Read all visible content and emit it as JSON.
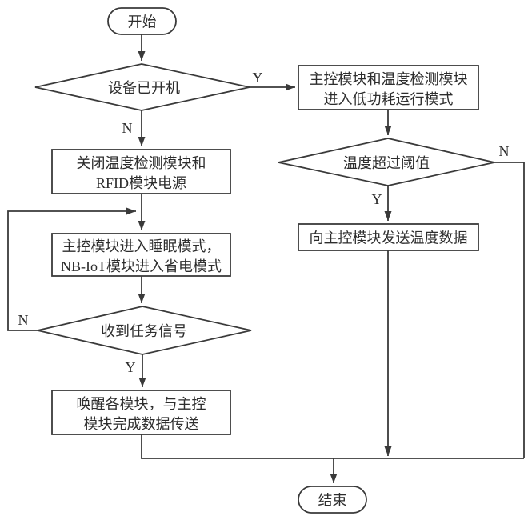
{
  "diagram": {
    "type": "flowchart",
    "background_color": "#ffffff",
    "line_color": "#3a3a3a",
    "text_color": "#2d2d2d",
    "nodes": {
      "start": {
        "shape": "terminator",
        "label": "开始"
      },
      "device_on": {
        "shape": "decision",
        "label": "设备已开机"
      },
      "low_power": {
        "shape": "process",
        "line1": "主控模块和温度检测模块",
        "line2": "进入低功耗运行模式"
      },
      "temp_over": {
        "shape": "decision",
        "label": "温度超过阈值"
      },
      "send_temp": {
        "shape": "process",
        "label": "向主控模块发送温度数据"
      },
      "power_off": {
        "shape": "process",
        "line1": "关闭温度检测模块和",
        "line2": "RFID模块电源"
      },
      "sleep_mode": {
        "shape": "process",
        "line1": "主控模块进入睡眠模式，",
        "line2": "NB-IoT模块进入省电模式"
      },
      "task_signal": {
        "shape": "decision",
        "label": "收到任务信号"
      },
      "wake_up": {
        "shape": "process",
        "line1": "唤醒各模块，与主控",
        "line2": "模块完成数据传送"
      },
      "end": {
        "shape": "terminator",
        "label": "结束"
      }
    },
    "edges": {
      "device_on_yes": {
        "label": "Y"
      },
      "device_on_no": {
        "label": "N"
      },
      "temp_over_yes": {
        "label": "Y"
      },
      "temp_over_no": {
        "label": "N"
      },
      "task_signal_yes": {
        "label": "Y"
      },
      "task_signal_no": {
        "label": "N"
      }
    }
  }
}
